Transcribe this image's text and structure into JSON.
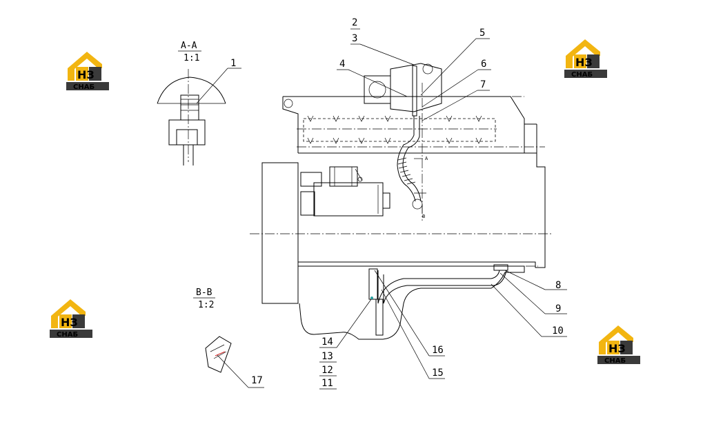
{
  "sections": {
    "aa_top": "A-A",
    "aa_bottom": "1:1",
    "bb_top": "B-B",
    "bb_bottom": "1:2"
  },
  "parts": {
    "p1": "1",
    "p2": "2",
    "p3": "3",
    "p4": "4",
    "p5": "5",
    "p6": "6",
    "p7": "7",
    "p8": "8",
    "p9": "9",
    "p10": "10",
    "p11": "11",
    "p12": "12",
    "p13": "13",
    "p14": "14",
    "p15": "15",
    "p16": "16",
    "p17": "17"
  },
  "view_marks": {
    "a": "A",
    "b": "B"
  },
  "watermark": {
    "letters": "НЗ",
    "sub": "CHAБ",
    "colors": {
      "yellow": "#f2b511",
      "dark": "#3a3a3a",
      "red": "#d42a2a"
    }
  }
}
